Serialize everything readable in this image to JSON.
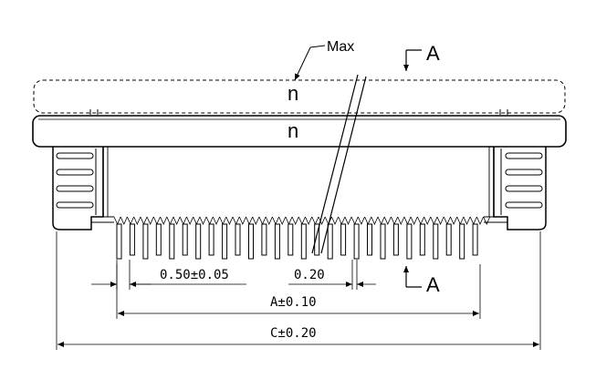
{
  "drawing": {
    "labels": {
      "max_label": "Max",
      "dim_top": "n",
      "dim_body": "n",
      "section_marker_top": "A",
      "section_marker_bottom": "A",
      "pitch_dim": "0.50±0.05",
      "pin_width_dim": "0.20",
      "dim_a": "A±0.10",
      "dim_c": "C±0.20"
    }
  }
}
